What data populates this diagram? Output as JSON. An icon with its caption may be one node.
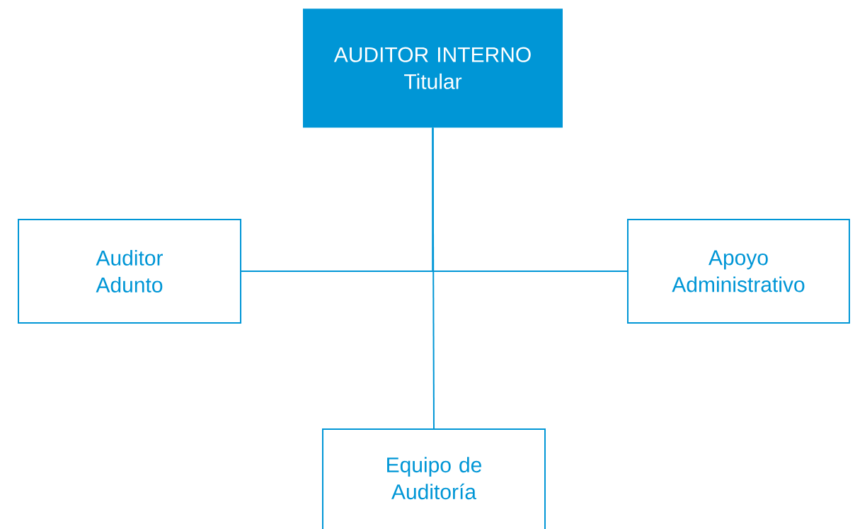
{
  "diagram": {
    "nodes": [
      {
        "text": [
          "AUDITOR INTERNO",
          "Titular"
        ]
      },
      {
        "text": [
          "Auditor Adunto"
        ]
      },
      {
        "text": [
          "Apoyo Administrativo"
        ]
      },
      {
        "text": [
          "Equipo de Auditoría"
        ]
      }
    ],
    "edges": [
      {
        "from": 0,
        "to": 1,
        "arrow": "none"
      },
      {
        "from": 0,
        "to": 2,
        "arrow": "none"
      },
      {
        "from": 0,
        "to": 3,
        "arrow": "none"
      }
    ]
  }
}
